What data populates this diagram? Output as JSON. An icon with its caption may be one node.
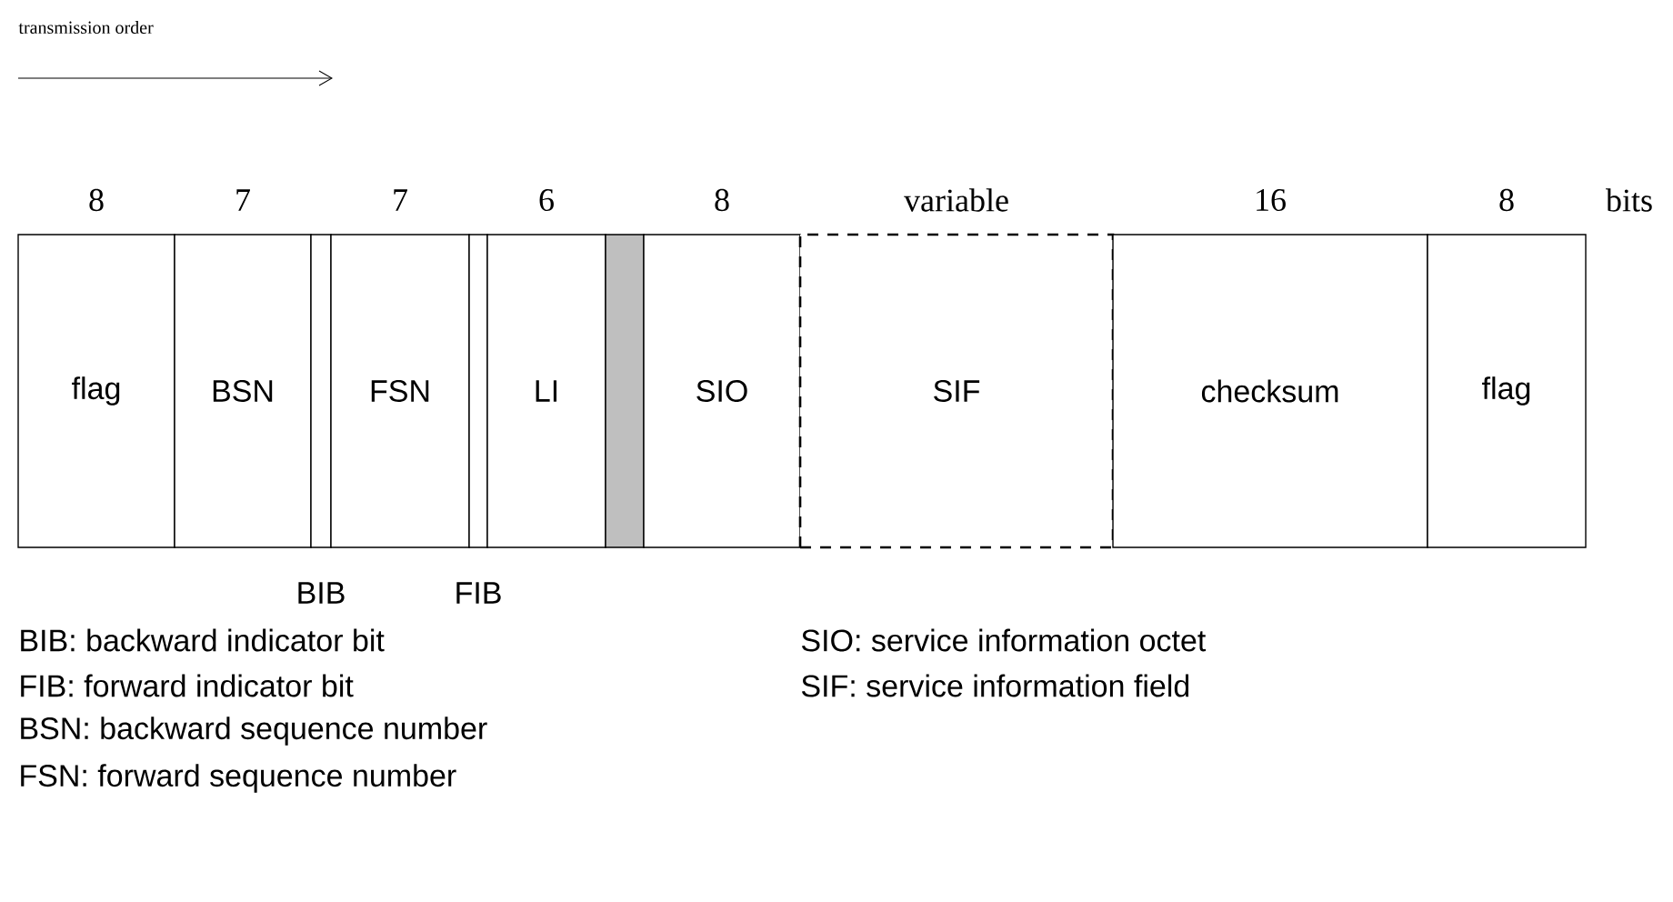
{
  "diagram": {
    "nodes": [
      {
        "text": [
          "flag"
        ],
        "beside": [
          "8"
        ]
      },
      {
        "text": [
          "BSN"
        ],
        "beside": [
          "7"
        ]
      },
      {
        "text": [],
        "shape": "box",
        "beside": [
          "BIB"
        ]
      },
      {
        "text": [
          "FSN"
        ],
        "beside": [
          "7"
        ]
      },
      {
        "text": [],
        "shape": "box",
        "beside": [
          "FIB"
        ]
      },
      {
        "text": [
          "LI"
        ],
        "beside": [
          "6"
        ]
      },
      {
        "text": [],
        "shape": "bar"
      },
      {
        "text": [
          "SIO"
        ],
        "beside": [
          "8"
        ]
      },
      {
        "text": [
          "SIF"
        ],
        "beside": [
          "variable"
        ]
      },
      {
        "text": [
          "checksum"
        ],
        "beside": [
          "16"
        ]
      },
      {
        "text": [
          "flag"
        ],
        "beside": [
          "8"
        ]
      }
    ],
    "edges": [],
    "labels": [
      "transmission order",
      "bits",
      "BIB: backward indicator bit",
      "SIO: service information octet",
      "FIB: forward indicator bit",
      "SIF: service information field",
      "BSN: backward sequence number",
      "FSN: forward sequence number"
    ]
  }
}
